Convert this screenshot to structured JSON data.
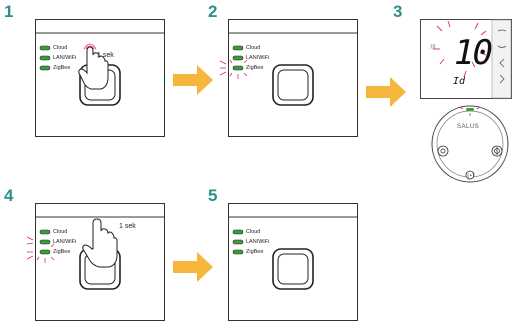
{
  "steps": [
    {
      "number": "1"
    },
    {
      "number": "2"
    },
    {
      "number": "3"
    },
    {
      "number": "4"
    },
    {
      "number": "5"
    }
  ],
  "led_labels": {
    "cloud": "Cloud",
    "lan": "LAN/WiFi",
    "zigbee": "ZigBee"
  },
  "press_duration": "1 sek",
  "thermostat": {
    "display_value": "10",
    "display_sub": "Id",
    "brand": "SALUS"
  },
  "colors": {
    "teal": "#2f8f8a",
    "led_green": "#3a9e3a",
    "blink_pink": "#e0237a",
    "arrow_orange": "#f6b53b"
  }
}
